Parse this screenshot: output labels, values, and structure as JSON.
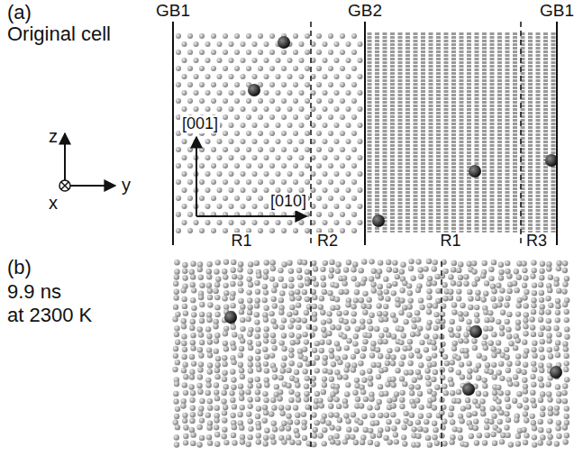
{
  "diagram": {
    "labels": [
      "(a)",
      "Original cell",
      "GB1",
      "GB2",
      "GB1",
      "z",
      "y",
      "x",
      "[001]",
      "[010]",
      "R1",
      "R2",
      "R1",
      "R3",
      "(b)",
      "9.9 ns",
      "at 2300 K"
    ]
  }
}
